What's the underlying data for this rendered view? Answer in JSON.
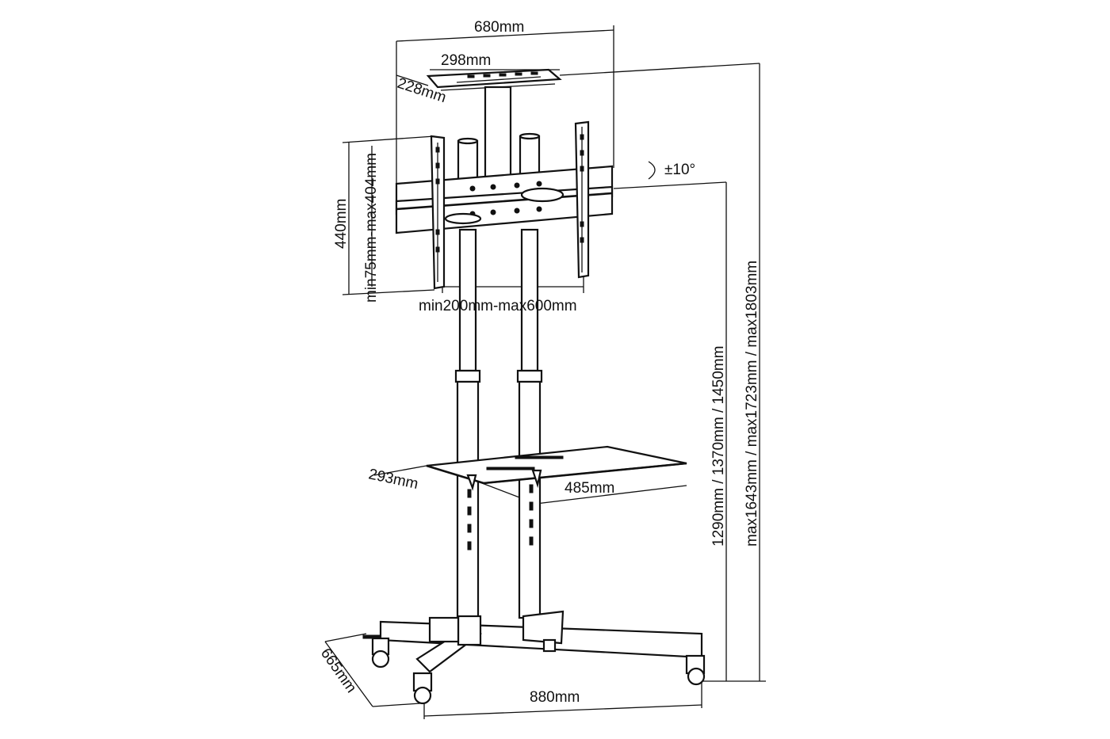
{
  "dimensions": {
    "overall_width": "680mm",
    "top_shelf_width": "298mm",
    "top_shelf_depth": "228mm",
    "tilt": "±10°",
    "vesa_vertical_range": "min75mm-max404mm",
    "bracket_height": "440mm",
    "vesa_horizontal_range": "min200mm-max600mm",
    "center_height_options": "1290mm  /  1370mm  /  1450mm",
    "total_height_options": "max1643mm  /  max1723mm  /  max1803mm",
    "middle_shelf_depth": "293mm",
    "middle_shelf_width": "485mm",
    "base_depth": "665mm",
    "base_width": "880mm"
  }
}
